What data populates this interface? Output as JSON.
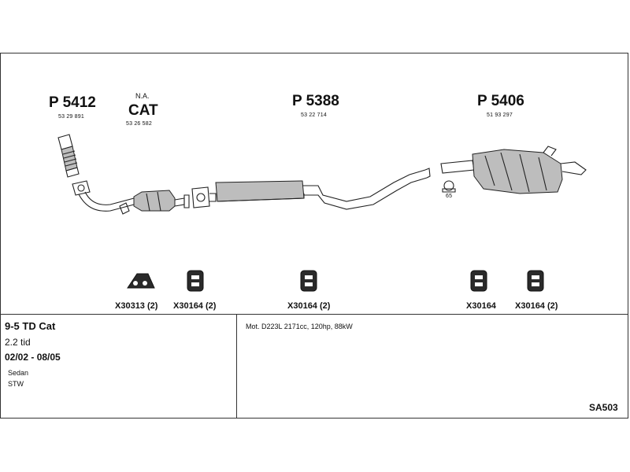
{
  "parts": [
    {
      "code": "P 5412",
      "number": "53 29 891"
    },
    {
      "code": "CAT",
      "note": "N.A.",
      "number": "53 26 582"
    },
    {
      "code": "P 5388",
      "number": "53 22 714"
    },
    {
      "code": "P 5406",
      "number": "51 93 297"
    }
  ],
  "bracket_small_label": "65",
  "fittings": [
    {
      "label": "X30313 (2)",
      "icon": "rubber-plate-icon"
    },
    {
      "label": "X30164 (2)",
      "icon": "rubber-hanger-icon"
    },
    {
      "label": "X30164 (2)",
      "icon": "rubber-hanger-icon"
    },
    {
      "label": "X30164",
      "icon": "rubber-hanger-icon"
    },
    {
      "label": "X30164 (2)",
      "icon": "rubber-hanger-icon"
    }
  ],
  "vehicle": {
    "model": "9-5 TD Cat",
    "engine": "2.2 tid",
    "dates": "02/02 - 08/05",
    "body_types": [
      "Sedan",
      "STW"
    ]
  },
  "motor_info": "Mot. D223L 2171cc, 120hp, 88kW",
  "reference": "SA503"
}
